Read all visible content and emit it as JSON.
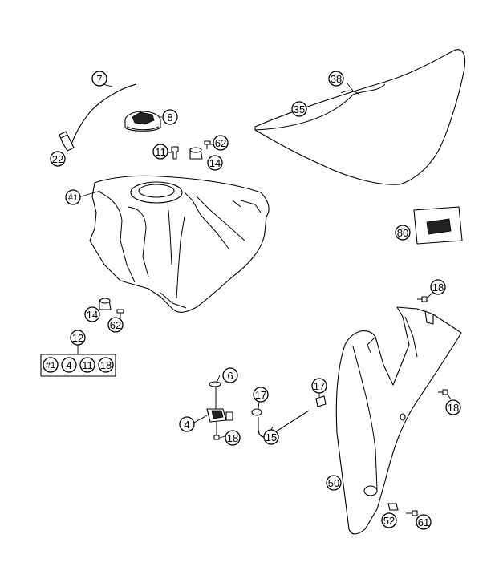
{
  "callouts": [
    {
      "id": "c7",
      "label": "7"
    },
    {
      "id": "c8",
      "label": "8"
    },
    {
      "id": "c22",
      "label": "22"
    },
    {
      "id": "c11",
      "label": "11"
    },
    {
      "id": "c62a",
      "label": "62"
    },
    {
      "id": "c14a",
      "label": "14"
    },
    {
      "id": "c38",
      "label": "38"
    },
    {
      "id": "c35",
      "label": "35"
    },
    {
      "id": "c1",
      "label": "#1"
    },
    {
      "id": "c80",
      "label": "80"
    },
    {
      "id": "c14b",
      "label": "14"
    },
    {
      "id": "c62b",
      "label": "62"
    },
    {
      "id": "c18a",
      "label": "18"
    },
    {
      "id": "c12",
      "label": "12"
    },
    {
      "id": "c6",
      "label": "6"
    },
    {
      "id": "c4",
      "label": "4"
    },
    {
      "id": "c18b",
      "label": "18"
    },
    {
      "id": "c17a",
      "label": "17"
    },
    {
      "id": "c17b",
      "label": "17"
    },
    {
      "id": "c15",
      "label": "15"
    },
    {
      "id": "c18c",
      "label": "18"
    },
    {
      "id": "c50",
      "label": "50"
    },
    {
      "id": "c52",
      "label": "52"
    },
    {
      "id": "c61",
      "label": "61"
    }
  ],
  "kit_group": {
    "label": "12",
    "items": [
      "#1",
      "4",
      "11",
      "18"
    ]
  }
}
